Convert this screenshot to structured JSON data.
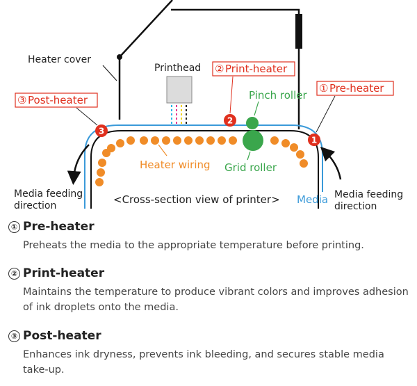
{
  "diagram": {
    "labels": {
      "heater_cover": "Heater cover",
      "printhead": "Printhead",
      "pinch_roller": "Pinch roller",
      "grid_roller": "Grid roller",
      "heater_wiring": "Heater wiring",
      "media": "Media",
      "caption": "<Cross-section view of printer>",
      "media_feed_left_1": "Media feeding",
      "media_feed_left_2": "direction",
      "media_feed_right_1": "Media feeding",
      "media_feed_right_2": "direction"
    },
    "callouts": [
      {
        "num": "1",
        "circled": "①",
        "label": "Pre-heater"
      },
      {
        "num": "2",
        "circled": "②",
        "label": "Print-heater"
      },
      {
        "num": "3",
        "circled": "③",
        "label": "Post-heater"
      }
    ],
    "colors": {
      "callout_red": "#e0301e",
      "heater_orange": "#f08c28",
      "roller_green": "#3aa64c",
      "media_blue": "#3a9ad9",
      "ink_cyan": "#29b6e8",
      "ink_magenta": "#e8388f",
      "ink_yellow": "#f2d21b",
      "ink_black": "#222222"
    }
  },
  "legend": [
    {
      "num": "①",
      "title": "Pre-heater",
      "description": "Preheats the media to the appropriate temperature before printing."
    },
    {
      "num": "②",
      "title": "Print-heater",
      "description": "Maintains the temperature to produce vibrant colors and improves adhesion of ink droplets onto the media."
    },
    {
      "num": "③",
      "title": "Post-heater",
      "description": "Enhances ink dryness, prevents ink bleeding, and secures stable media take-up."
    }
  ]
}
